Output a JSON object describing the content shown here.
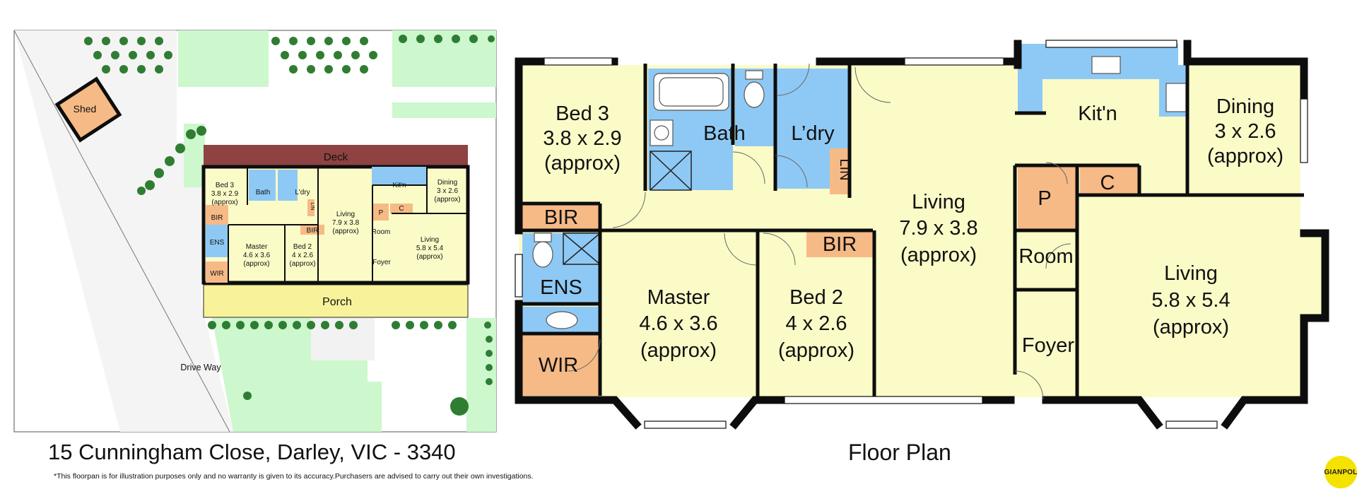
{
  "site_plan": {
    "shed": "Shed",
    "deck": "Deck",
    "porch": "Porch",
    "drive_way": "Drive Way",
    "rooms": {
      "bed3": [
        "Bed 3",
        "3.8 x 2.9",
        "(approx)"
      ],
      "bath": [
        "Bath"
      ],
      "ldry": [
        "L'dry"
      ],
      "kitn": [
        "Kit'n"
      ],
      "dining": [
        "Dining",
        "3 x 2.6",
        "(approx)"
      ],
      "bir_a": [
        "BIR"
      ],
      "ens": [
        "ENS"
      ],
      "wir": [
        "WIR"
      ],
      "master": [
        "Master",
        "4.6 x 3.6",
        "(approx)"
      ],
      "bed2": [
        "Bed 2",
        "4 x 2.6",
        "(approx)"
      ],
      "bir_b": [
        "BIR"
      ],
      "living_main": [
        "Living",
        "7.9 x 3.8",
        "(approx)"
      ],
      "pantry": [
        "P"
      ],
      "cupboard": [
        "C"
      ],
      "room": [
        "Room"
      ],
      "foyer": [
        "Foyer"
      ],
      "living_2": [
        "Living",
        "5.8 x 5.4",
        "(approx)"
      ],
      "lin": [
        "LIN"
      ]
    }
  },
  "floor_plan": {
    "title": "Floor Plan",
    "rooms": {
      "bed3": [
        "Bed 3",
        "3.8 x 2.9",
        "(approx)"
      ],
      "bath": [
        "Bath"
      ],
      "ldry": [
        "L’dry"
      ],
      "lin": [
        "LIN"
      ],
      "kitn": [
        "Kit'n"
      ],
      "dining": [
        "Dining",
        "3 x 2.6",
        "(approx)"
      ],
      "bir_a": [
        "BIR"
      ],
      "ens": [
        "ENS"
      ],
      "wir": [
        "WIR"
      ],
      "master": [
        "Master",
        "4.6 x 3.6",
        "(approx)"
      ],
      "bed2": [
        "Bed 2",
        "4 x 2.6",
        "(approx)"
      ],
      "bir_b": [
        "BIR"
      ],
      "living_main": [
        "Living",
        "7.9 x 3.8",
        "(approx)"
      ],
      "pantry": [
        "P"
      ],
      "cupboard": [
        "C"
      ],
      "room": [
        "Room"
      ],
      "foyer": [
        "Foyer"
      ],
      "living_2": [
        "Living",
        "5.8 x 5.4",
        "(approx)"
      ]
    }
  },
  "address": "15 Cunningham Close, Darley, VIC - 3340",
  "disclaimer": "*This floorpan is for illustration purposes only and no warranty is given to its accuracy.Purchasers are advised to carry out their own investigations.",
  "logo_text": "GIANPOL",
  "colors": {
    "room_yellow": "#fbfbc8",
    "wet_blue": "#8ec9f5",
    "storage_orange": "#f6ba86",
    "wall": "#0d0d0d",
    "lawn": "#cdf7cd",
    "deck": "#8e4242",
    "porch": "#f8f39a",
    "path": "#f2f2f2",
    "logo_yellow": "#f4e200"
  }
}
